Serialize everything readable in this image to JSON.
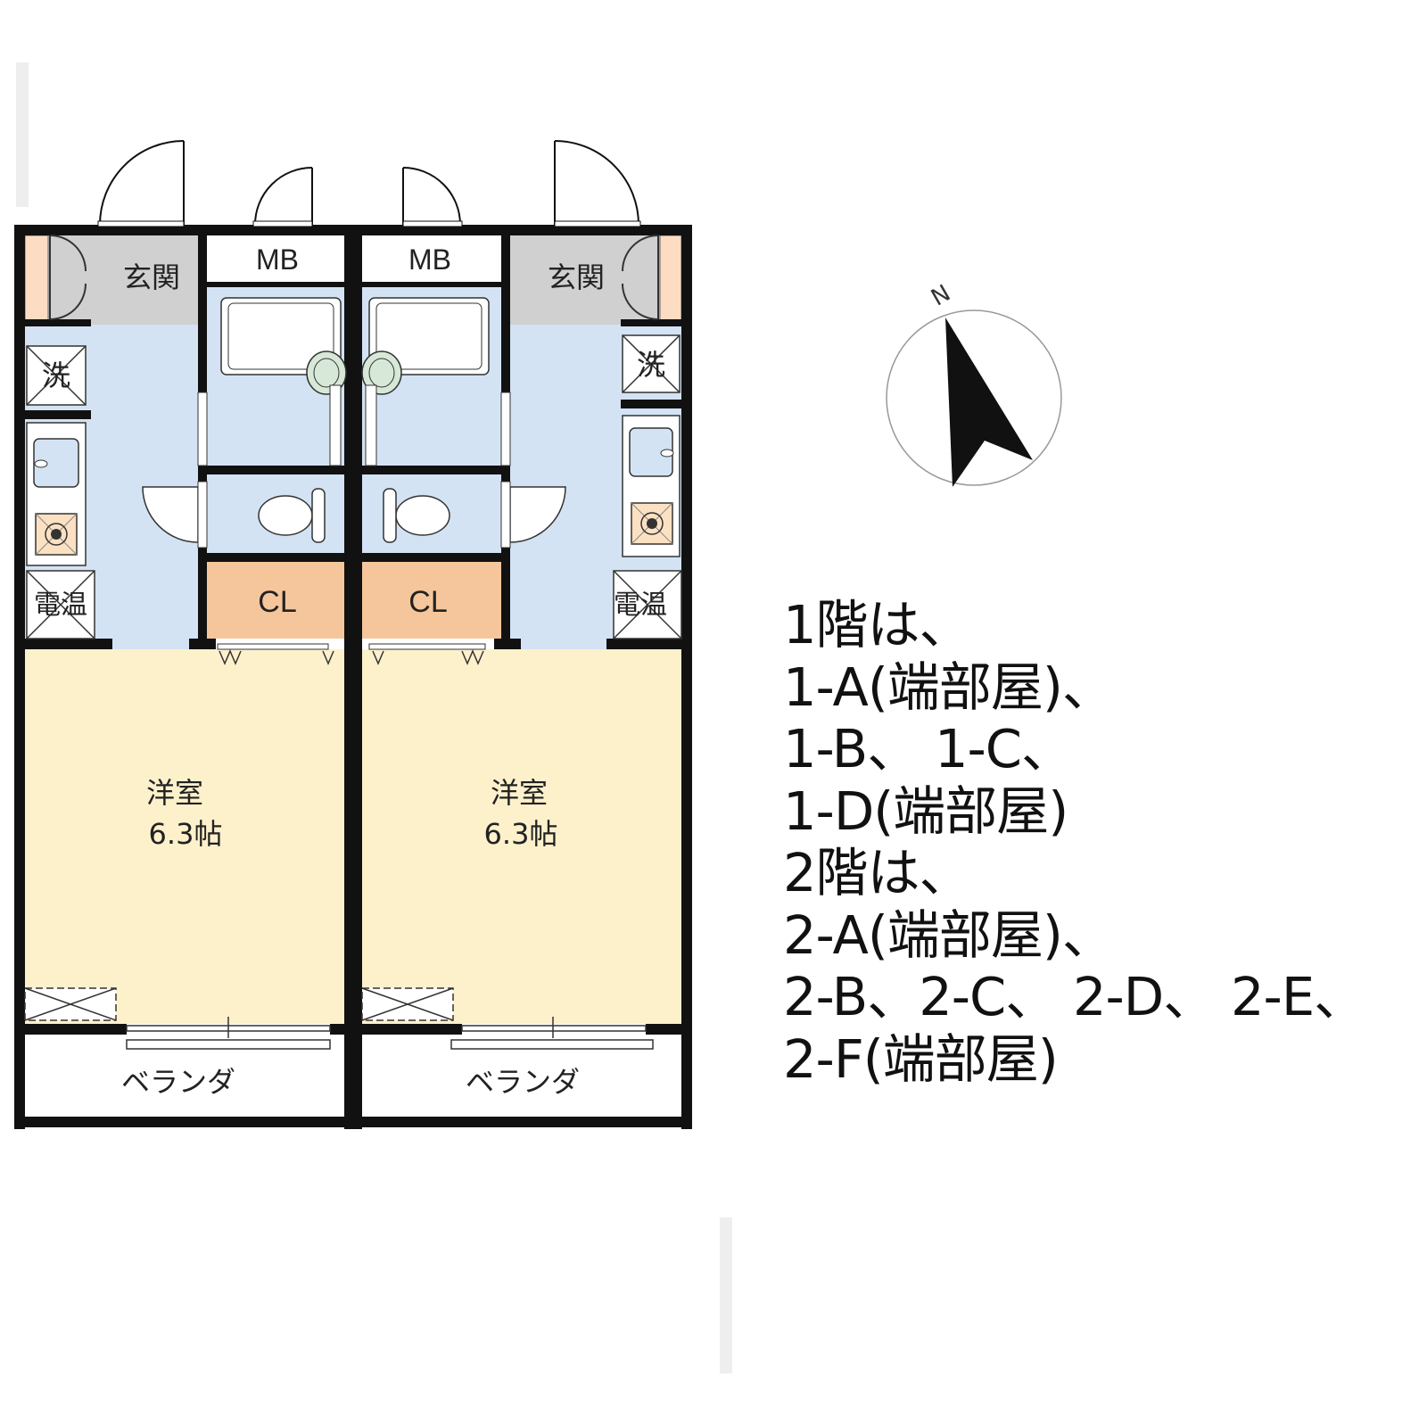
{
  "units": [
    {
      "genkan": "玄関",
      "mb": "MB",
      "wash": "洗",
      "heater": "電温",
      "cl": "CL",
      "room_name": "洋室",
      "room_size": "6.3帖",
      "veranda": "ベランダ"
    },
    {
      "genkan": "玄関",
      "mb": "MB",
      "wash": "洗",
      "heater": "電温",
      "cl": "CL",
      "room_name": "洋室",
      "room_size": "6.3帖",
      "veranda": "ベランダ"
    }
  ],
  "compass": {
    "label": "N"
  },
  "note_lines": [
    "1階は、",
    "1-A(端部屋)、",
    "1-B、 1-C、",
    "1-D(端部屋)",
    "2階は、",
    "2-A(端部屋)、",
    "2-B、2-C、 2-D、 2-E、",
    "2-F(端部屋)"
  ],
  "colors": {
    "wall": "#111111",
    "genkan_floor": "#d0d0d0",
    "wet_area": "#d3e3f3",
    "closet": "#f5c69c",
    "western_room": "#fdf1cc",
    "shoe_shelf": "#fcdcc3"
  }
}
